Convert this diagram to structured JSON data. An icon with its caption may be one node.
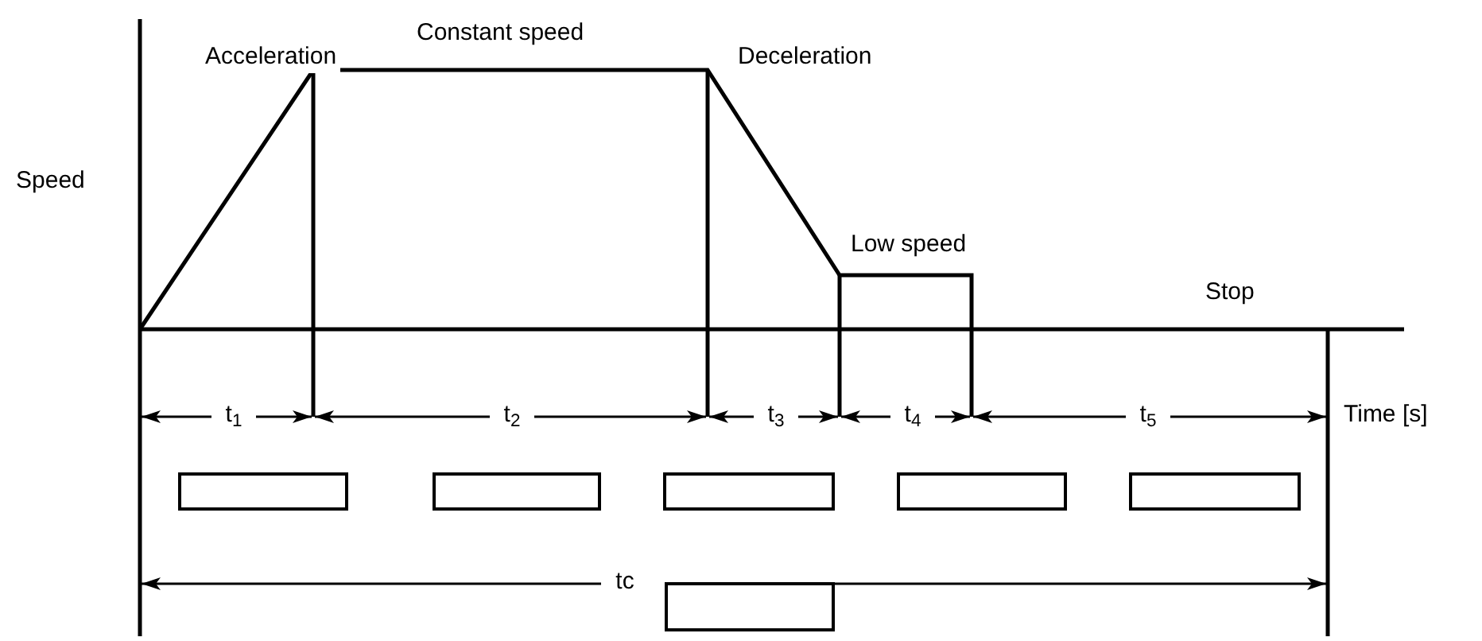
{
  "diagram": {
    "nodes": [
      {
        "text": [],
        "shape": "box"
      },
      {
        "text": [],
        "shape": "box"
      },
      {
        "text": [],
        "shape": "box"
      },
      {
        "text": [],
        "shape": "box"
      },
      {
        "text": [],
        "shape": "box"
      },
      {
        "text": [],
        "shape": "box"
      }
    ],
    "labels": [
      "Speed",
      "Acceleration",
      "Constant speed",
      "Deceleration",
      "Low speed",
      "Stop",
      "t$_{1}$",
      "t$_{2}$",
      "t$_{3}$",
      "t$_{4}$",
      "t$_{5}$",
      "Time [s]",
      "tc"
    ]
  }
}
